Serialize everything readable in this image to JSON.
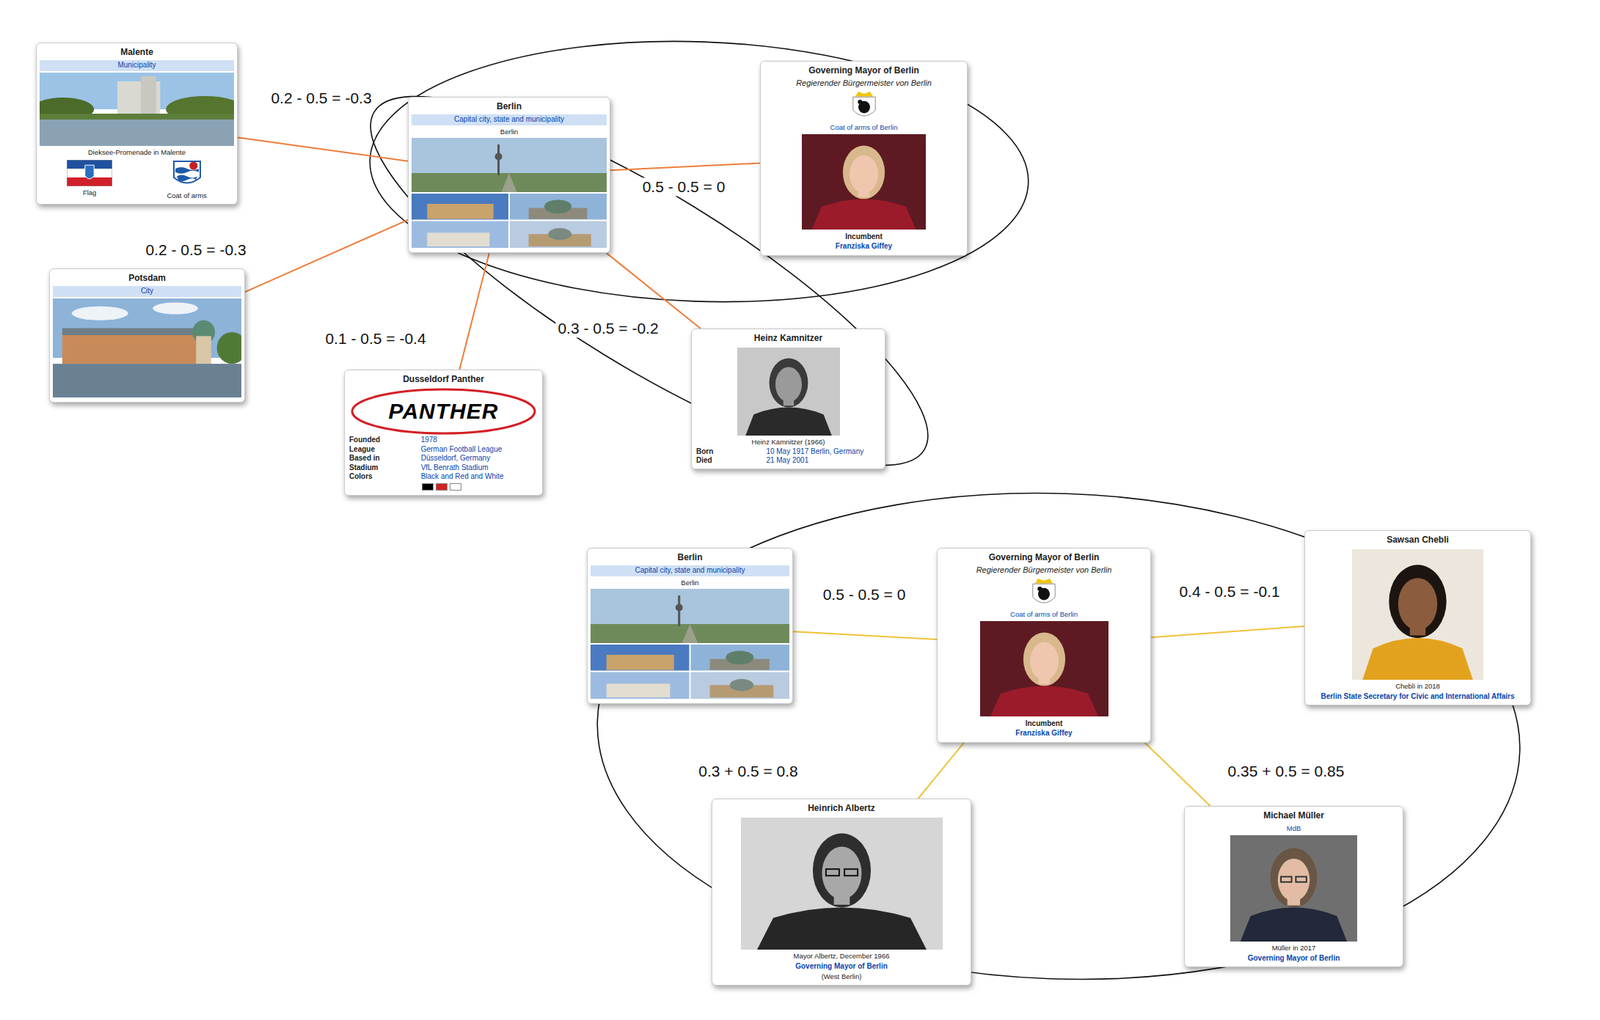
{
  "diagram": {
    "nodes": [
      {
        "text": [
          "Malente",
          "Municipality",
          "Dieksee-Promenade in Malente",
          "Flag",
          "Coat of arms"
        ]
      },
      {
        "text": [
          "Berlin",
          "Capital city, state and municipality",
          "Berlin"
        ]
      },
      {
        "text": [
          "Governing Mayor of Berlin",
          "Regierender Bürgermeister von Berlin",
          "Coat of arms of Berlin",
          "Incumbent",
          "Franziska Giffey"
        ]
      },
      {
        "text": [
          "Potsdam",
          "City"
        ]
      },
      {
        "text": [
          "Dusseldorf Panther",
          "PANTHER",
          "Founded",
          "1978",
          "League",
          "German Football League",
          "Based in",
          "Düsseldorf, Germany",
          "Stadium",
          "VfL Benrath Stadium",
          "Colors",
          "Black and Red and White"
        ]
      },
      {
        "text": [
          "Heinz Kamnitzer",
          "Heinz Kamnitzer (1966)",
          "Born",
          "10 May 1917 Berlin, Germany",
          "Died",
          "21 May 2001"
        ]
      },
      {
        "text": [
          "Berlin",
          "Capital city, state and municipality",
          "Berlin"
        ]
      },
      {
        "text": [
          "Governing Mayor of Berlin",
          "Regierender Bürgermeister von Berlin",
          "Coat of arms of Berlin",
          "Incumbent",
          "Franziska Giffey"
        ]
      },
      {
        "text": [
          "Sawsan Chebli",
          "Chebli in 2018",
          "Berlin State Secretary for Civic and International Affairs"
        ]
      },
      {
        "text": [
          "Heinrich Albertz",
          "Mayor Albertz, December 1966",
          "Governing Mayor of Berlin",
          "(West Berlin)"
        ]
      },
      {
        "text": [
          "Michael Müller",
          "MdB",
          "Müller in 2017",
          "Governing Mayor of Berlin"
        ]
      }
    ],
    "edges": [
      {
        "from": 0,
        "to": 1,
        "arrow": "none",
        "label": "0.2 - 0.5 = -0.3"
      },
      {
        "from": 3,
        "to": 1,
        "arrow": "none",
        "label": "0.2 - 0.5 = -0.3"
      },
      {
        "from": 4,
        "to": 1,
        "arrow": "none",
        "label": "0.1 - 0.5 = -0.4"
      },
      {
        "from": 1,
        "to": 2,
        "arrow": "none",
        "label": "0.5 - 0.5 = 0"
      },
      {
        "from": 1,
        "to": 5,
        "arrow": "none",
        "label": "0.3 - 0.5 = -0.2"
      },
      {
        "from": 6,
        "to": 7,
        "arrow": "none",
        "label": "0.5 - 0.5 = 0"
      },
      {
        "from": 7,
        "to": 8,
        "arrow": "none",
        "label": "0.4 - 0.5 = -0.1"
      },
      {
        "from": 7,
        "to": 9,
        "arrow": "none",
        "label": "0.3 + 0.5 = 0.8"
      },
      {
        "from": 7,
        "to": 10,
        "arrow": "none",
        "label": "0.35 + 0.5 = 0.85"
      }
    ]
  }
}
